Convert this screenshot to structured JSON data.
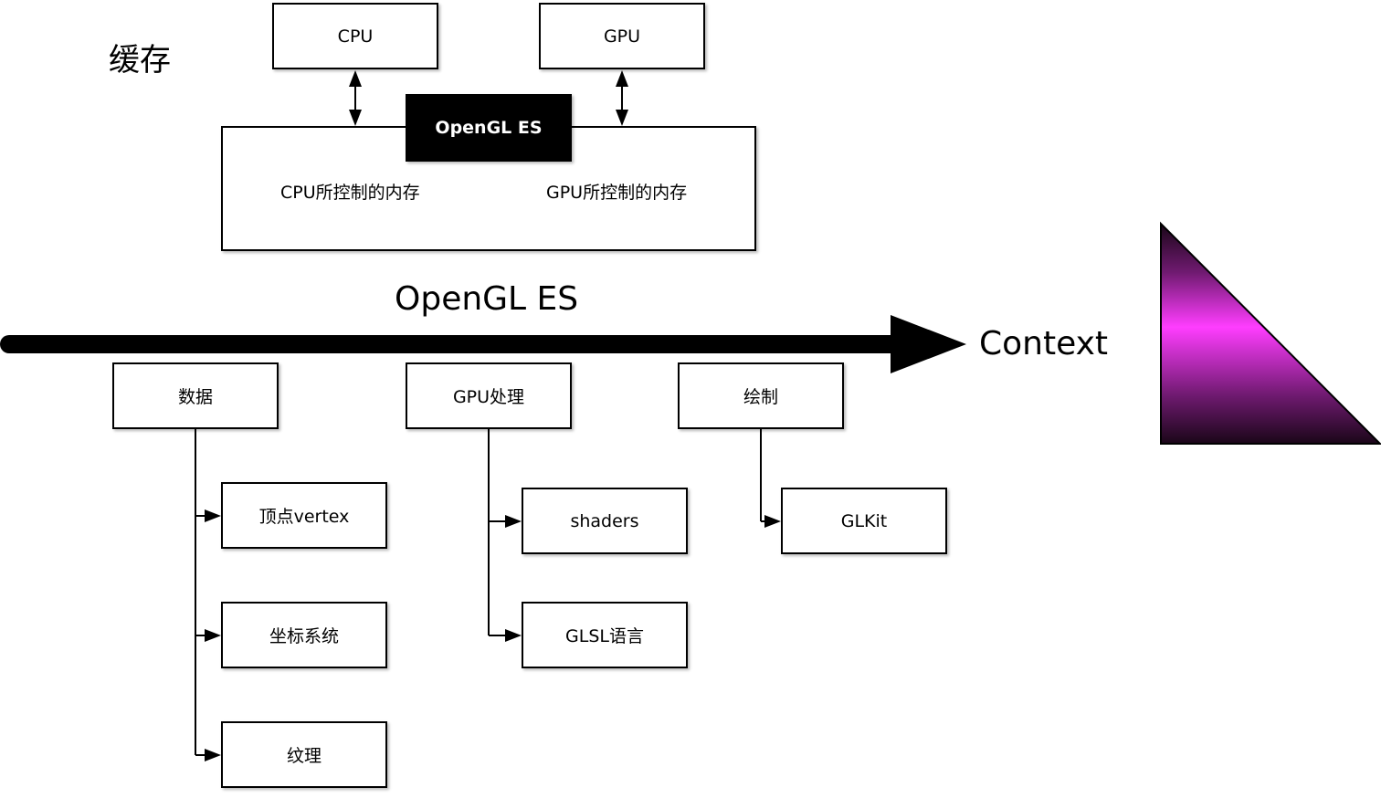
{
  "cache_title": "缓存",
  "top": {
    "cpu": "CPU",
    "gpu": "GPU",
    "opengl_es": "OpenGL ES",
    "cpu_memory": "CPU所控制的内存",
    "gpu_memory": "GPU所控制的内存"
  },
  "axis": {
    "title": "OpenGL ES",
    "end_label": "Context"
  },
  "branches": {
    "data": {
      "label": "数据",
      "children": [
        "顶点vertex",
        "坐标系统",
        "纹理"
      ]
    },
    "gpu": {
      "label": "GPU处理",
      "children": [
        "shaders",
        "GLSL语言"
      ]
    },
    "draw": {
      "label": "绘制",
      "children": [
        "GLKit"
      ]
    }
  },
  "colors": {
    "triangle_dark": "#1a0618",
    "triangle_mid": "#6f1a70",
    "triangle_bright": "#ff3dff"
  }
}
